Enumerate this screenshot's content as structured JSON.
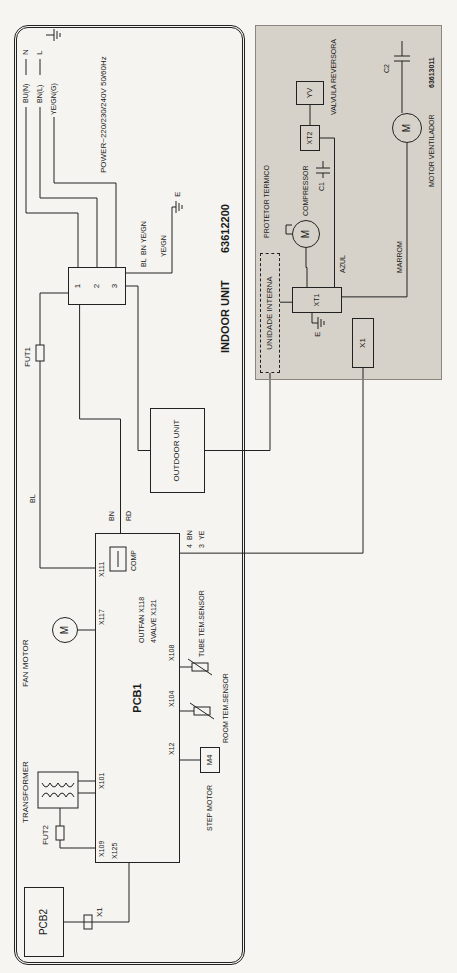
{
  "diagram": {
    "nodes": [
      {
        "text": [
          "INDOOR UNIT",
          "63612200"
        ]
      },
      {
        "text": [
          "PCB2"
        ],
        "in": 0
      },
      {
        "text": [
          "PCB1"
        ],
        "in": 0
      },
      {
        "text": [
          "M"
        ],
        "in": 0
      },
      {
        "text": [
          "M4"
        ],
        "in": 0
      },
      {
        "text": [
          "1",
          "2",
          "3"
        ],
        "in": 0
      },
      {
        "text": [
          "OUTDOOR UNIT"
        ],
        "in": 0
      },
      {
        "text": [
          "63613011"
        ]
      },
      {
        "text": [
          "UNIDADE INTERNA"
        ],
        "in": 7
      },
      {
        "text": [
          "XT1"
        ],
        "in": 7
      },
      {
        "text": [
          "XT2"
        ],
        "in": 7
      },
      {
        "text": [
          "M"
        ],
        "in": 7
      },
      {
        "text": [
          "M"
        ],
        "in": 7
      },
      {
        "text": [
          "YV"
        ],
        "in": 7
      },
      {
        "text": [
          "X1"
        ],
        "in": 7
      }
    ],
    "edges": [
      {
        "from": 1,
        "to": 2,
        "arrow": "none"
      },
      {
        "from": 3,
        "to": 2,
        "arrow": "none"
      },
      {
        "from": 4,
        "to": 2,
        "arrow": "none"
      },
      {
        "from": 2,
        "to": 5,
        "arrow": "none"
      },
      {
        "from": 5,
        "to": 6,
        "arrow": "none"
      },
      {
        "from": 6,
        "to": 8,
        "arrow": "none"
      },
      {
        "from": 2,
        "to": 14,
        "arrow": "none"
      },
      {
        "from": 8,
        "to": 9,
        "arrow": "none"
      },
      {
        "from": 9,
        "to": 11,
        "arrow": "none"
      },
      {
        "from": 9,
        "to": 10,
        "arrow": "none"
      },
      {
        "from": 10,
        "to": 13,
        "arrow": "none"
      },
      {
        "from": 9,
        "to": 12,
        "arrow": "none"
      }
    ],
    "labels": [
      "TRANSFORMER",
      "FUT2",
      "X109",
      "X101",
      "X125",
      "X1",
      "FAN MOTOR",
      "X117",
      "BL",
      "FUT1",
      "X111",
      "COMP",
      "BN",
      "RD",
      "N",
      "L",
      "BU(N)",
      "BN(L)",
      "YE/GN(G)",
      "POWER~220/230/240V 50/60Hz",
      "BL",
      "BN",
      "YE/GN",
      "YE/GN",
      "E",
      "OUTFAN X118",
      "4VALVE X121",
      "X12",
      "X104",
      "X108",
      "STEP MOTOR",
      "ROOM TEM.SENSOR",
      "TUBE TEM.SENSOR",
      "4",
      "BN",
      "3",
      "YE",
      "E",
      "PROTETOR TERMICO",
      "COMPRESSOR",
      "C1",
      "AZUL",
      "VALVULA REVERSORA",
      "C2",
      "MOTOR VENTILADOR",
      "MARROM"
    ]
  }
}
